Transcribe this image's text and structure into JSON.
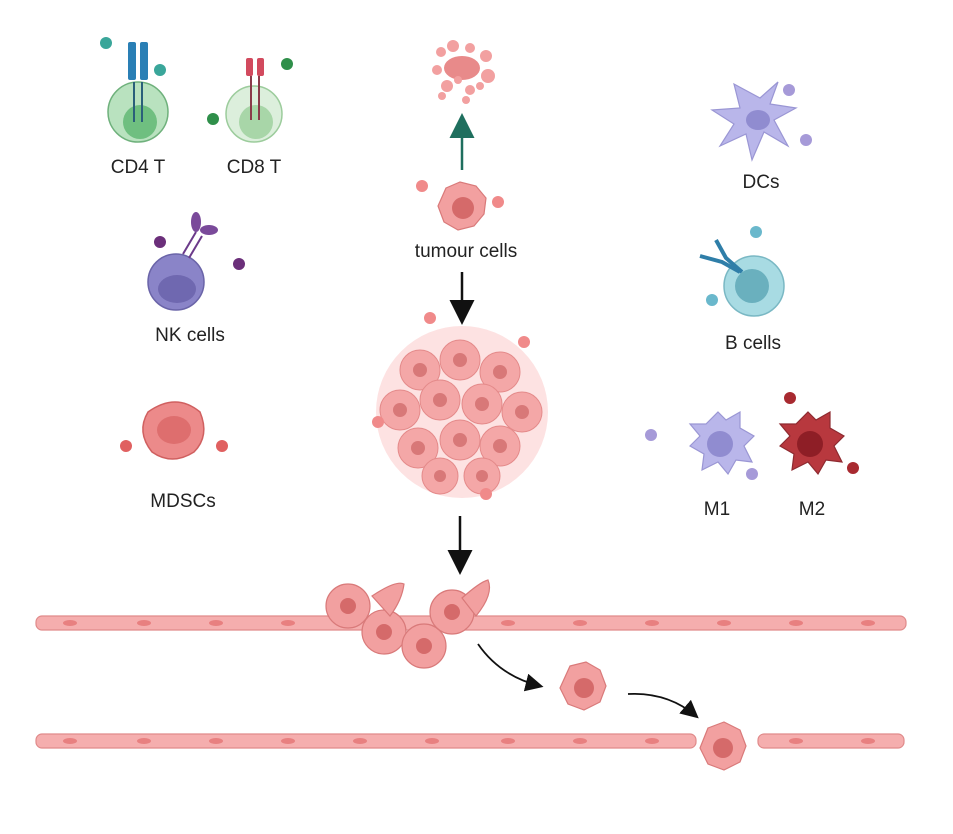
{
  "labels": {
    "cd4": "CD4 T",
    "cd8": "CD8 T",
    "nk": "NK cells",
    "mdsc": "MDSCs",
    "tumour": "tumour cells",
    "dcs": "DCs",
    "bcells": "B cells",
    "m1": "M1",
    "m2": "M2"
  },
  "colors": {
    "cd4_cell": "#8fcf9a",
    "cd4_receptor": "#2a7fb5",
    "cd4_particle": "#3aa69a",
    "cd8_cell": "#c9e6c9",
    "cd8_receptor": "#d24a5e",
    "cd8_particle": "#2f8f4a",
    "nk_cell": "#8a84c8",
    "nk_receptor": "#6b3a8a",
    "nk_particle": "#6b2f7a",
    "mdsc_cell": "#ec8a8a",
    "mdsc_particle": "#e06060",
    "tumour": "#f2a0a0",
    "tumour_nucleus": "#d56a6a",
    "dc_cell": "#b9b6ea",
    "b_cell": "#8cccd8",
    "b_receptor": "#2f7ea8",
    "m1_cell": "#b9b6ea",
    "m2_cell": "#b8383e",
    "vessel": "#f5aeae",
    "arrow_up": "#1f6f5e",
    "arrow": "#111111"
  },
  "icons": [
    "cd4-t-cell-icon",
    "cd8-t-cell-icon",
    "nk-cell-icon",
    "mdsc-icon",
    "tumour-cell-icon",
    "tumour-mass-icon",
    "apoptotic-debris-icon",
    "dendritic-cell-icon",
    "b-cell-icon",
    "m1-macrophage-icon",
    "m2-macrophage-icon",
    "blood-vessel-icon",
    "metastatic-cell-icon"
  ]
}
